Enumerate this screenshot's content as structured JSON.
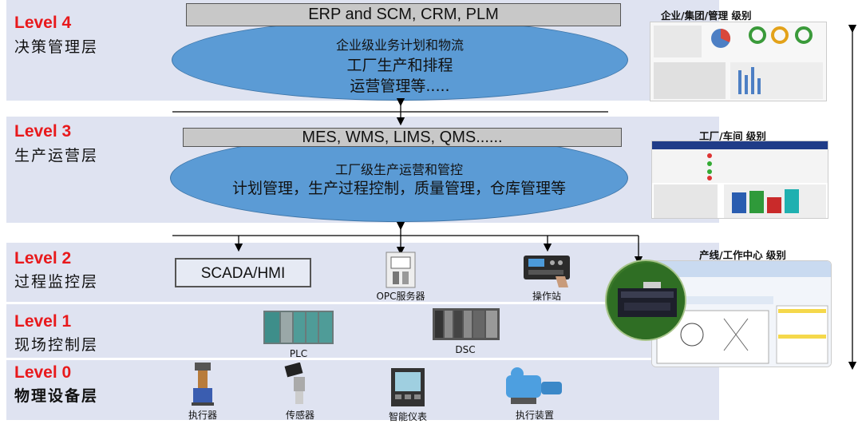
{
  "levels": [
    {
      "id": "level-4",
      "label": "Level 4",
      "name": "决策管理层"
    },
    {
      "id": "level-3",
      "label": "Level 3",
      "name": "生产运营层"
    },
    {
      "id": "level-2",
      "label": "Level 2",
      "name": "过程监控层"
    },
    {
      "id": "level-1",
      "label": "Level 1",
      "name": "现场控制层"
    },
    {
      "id": "level-0",
      "label": "Level 0",
      "name": "物理设备层"
    }
  ],
  "l4": {
    "bar": "ERP and SCM, CRM, PLM",
    "line1": "企业级业务计划和物流",
    "line2": "工厂生产和排程",
    "line3": "运营管理等....."
  },
  "l3": {
    "bar": "MES, WMS, LIMS, QMS......",
    "line1": "工厂级生产运营和管控",
    "line2": "计划管理，生产过程控制，质量管理，仓库管理等"
  },
  "l2": {
    "scada": "SCADA/HMI",
    "opc": "OPC服务器",
    "station": "操作站"
  },
  "l1": {
    "plc": "PLC",
    "dsc": "DSC"
  },
  "l0": {
    "actuator": "执行器",
    "sensor": "传感器",
    "meter": "智能仪表",
    "exec_device": "执行装置"
  },
  "side": {
    "enterprise": "企业/集团/管理 级别",
    "factory": "工厂/车间 级别",
    "line": "产线/工作中心 级别"
  },
  "colors": {
    "band": "#dfe3f1",
    "ellipse": "#5b9bd5",
    "bar": "#c8c8c8",
    "level_label": "#e8191c"
  }
}
